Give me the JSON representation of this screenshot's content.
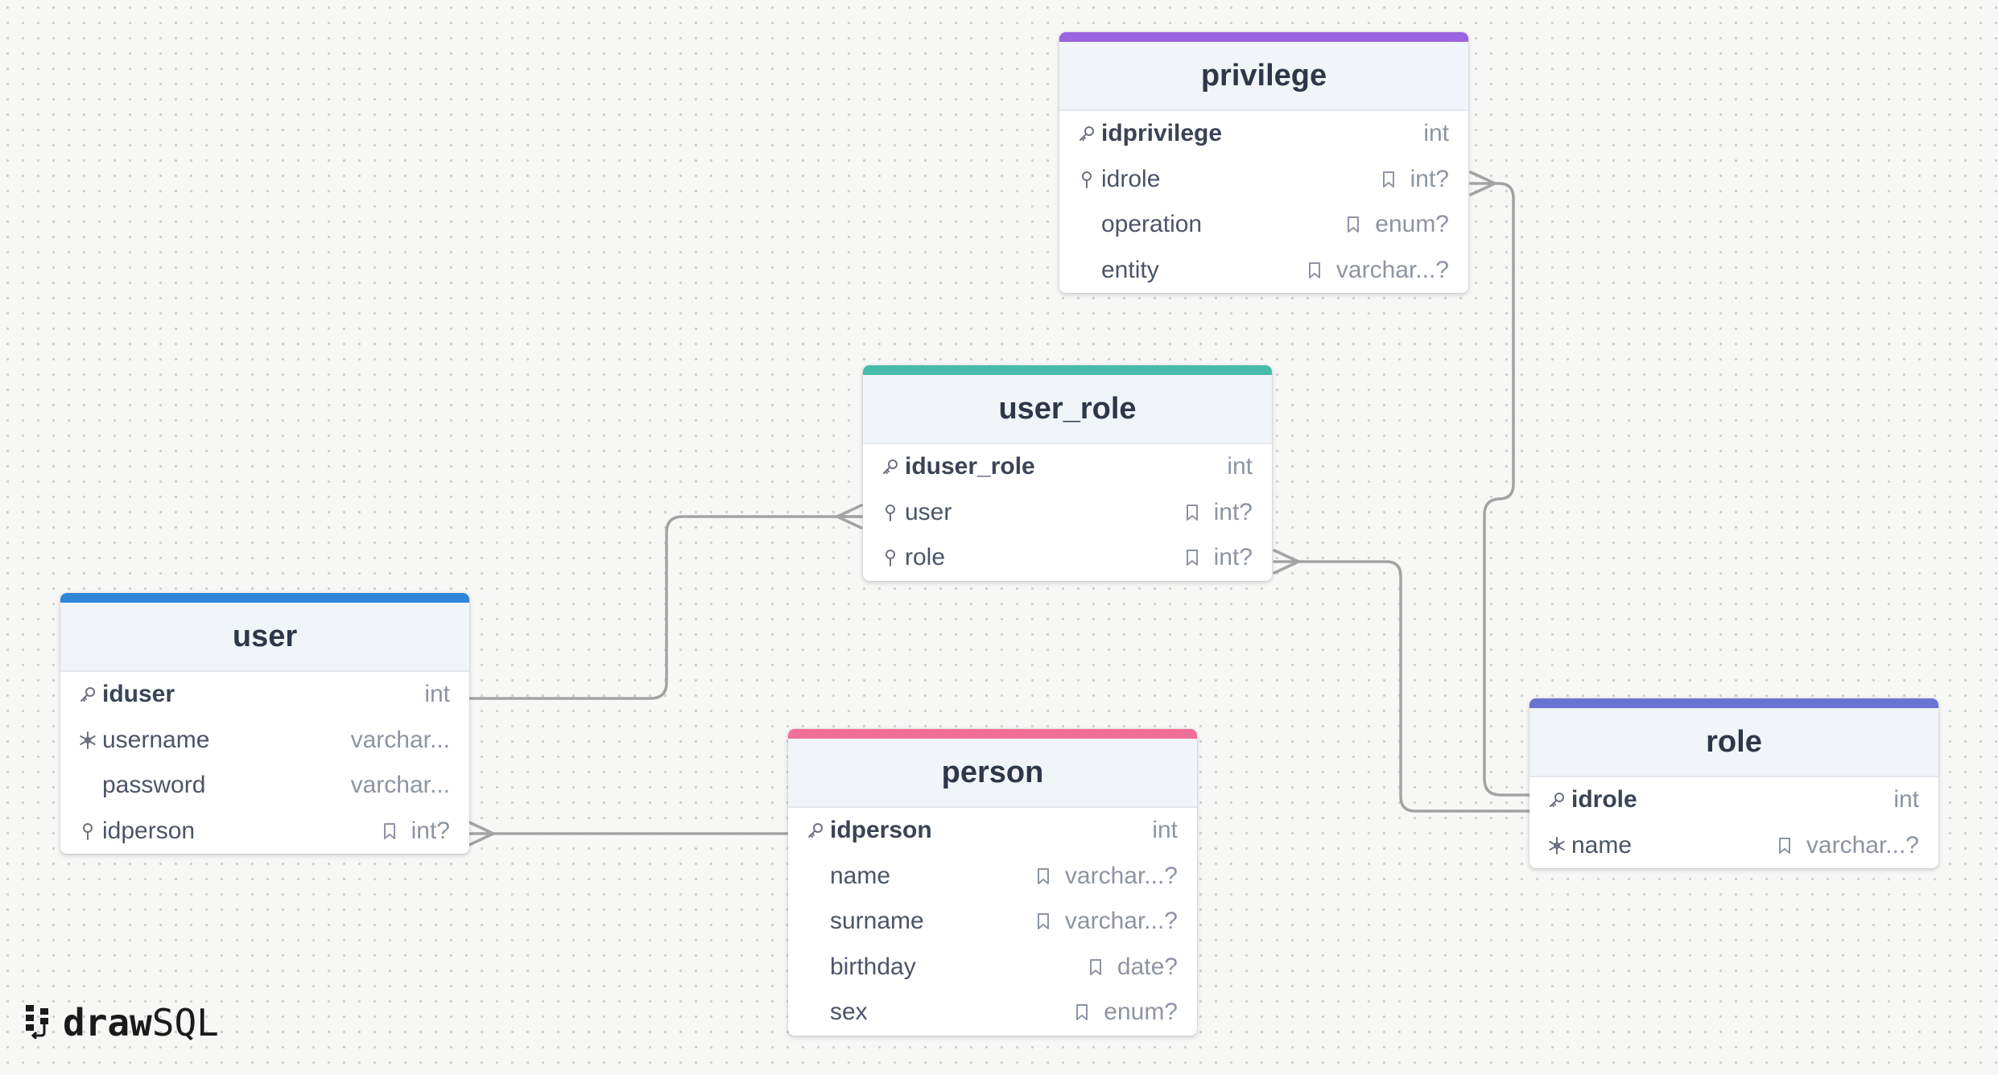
{
  "brand": {
    "logo_draw": "draw",
    "logo_sql": "SQL"
  },
  "colors": {
    "canvas": "#f7f7f6",
    "link": "#a3a3a3",
    "privilege": "#9a63e0",
    "user_role": "#48bcaa",
    "user": "#2f86d8",
    "person": "#f0709a",
    "role": "#6a73cf"
  },
  "tables": {
    "privilege": {
      "name": "privilege",
      "color": "#9a63e0",
      "columns": [
        {
          "name": "idprivilege",
          "type": "int",
          "icon": "key-icon",
          "pk": true,
          "nullable": false
        },
        {
          "name": "idrole",
          "type": "int?",
          "icon": "foreign-key-icon",
          "pk": false,
          "nullable": true
        },
        {
          "name": "operation",
          "type": "enum?",
          "icon": "",
          "pk": false,
          "nullable": true
        },
        {
          "name": "entity",
          "type": "varchar...?",
          "icon": "",
          "pk": false,
          "nullable": true
        }
      ]
    },
    "user_role": {
      "name": "user_role",
      "color": "#48bcaa",
      "columns": [
        {
          "name": "iduser_role",
          "type": "int",
          "icon": "key-icon",
          "pk": true,
          "nullable": false
        },
        {
          "name": "user",
          "type": "int?",
          "icon": "foreign-key-icon",
          "pk": false,
          "nullable": true
        },
        {
          "name": "role",
          "type": "int?",
          "icon": "foreign-key-icon",
          "pk": false,
          "nullable": true
        }
      ]
    },
    "user": {
      "name": "user",
      "color": "#2f86d8",
      "columns": [
        {
          "name": "iduser",
          "type": "int",
          "icon": "key-icon",
          "pk": true,
          "nullable": false
        },
        {
          "name": "username",
          "type": "varchar...",
          "icon": "unique-icon",
          "pk": false,
          "nullable": false
        },
        {
          "name": "password",
          "type": "varchar...",
          "icon": "",
          "pk": false,
          "nullable": false
        },
        {
          "name": "idperson",
          "type": "int?",
          "icon": "foreign-key-icon",
          "pk": false,
          "nullable": true
        }
      ]
    },
    "person": {
      "name": "person",
      "color": "#f0709a",
      "columns": [
        {
          "name": "idperson",
          "type": "int",
          "icon": "key-icon",
          "pk": true,
          "nullable": false
        },
        {
          "name": "name",
          "type": "varchar...?",
          "icon": "",
          "pk": false,
          "nullable": true
        },
        {
          "name": "surname",
          "type": "varchar...?",
          "icon": "",
          "pk": false,
          "nullable": true
        },
        {
          "name": "birthday",
          "type": "date?",
          "icon": "",
          "pk": false,
          "nullable": true
        },
        {
          "name": "sex",
          "type": "enum?",
          "icon": "",
          "pk": false,
          "nullable": true
        }
      ]
    },
    "role": {
      "name": "role",
      "color": "#6a73cf",
      "columns": [
        {
          "name": "idrole",
          "type": "int",
          "icon": "key-icon",
          "pk": true,
          "nullable": false
        },
        {
          "name": "name",
          "type": "varchar...?",
          "icon": "unique-icon",
          "pk": false,
          "nullable": true
        }
      ]
    }
  },
  "relationships": [
    {
      "from": "user.iduser",
      "to": "user_role.user",
      "kind": "one-to-many"
    },
    {
      "from": "role.idrole",
      "to": "user_role.role",
      "kind": "one-to-many"
    },
    {
      "from": "role.idrole",
      "to": "privilege.idrole",
      "kind": "one-to-many"
    },
    {
      "from": "person.idperson",
      "to": "user.idperson",
      "kind": "one-to-many"
    }
  ]
}
